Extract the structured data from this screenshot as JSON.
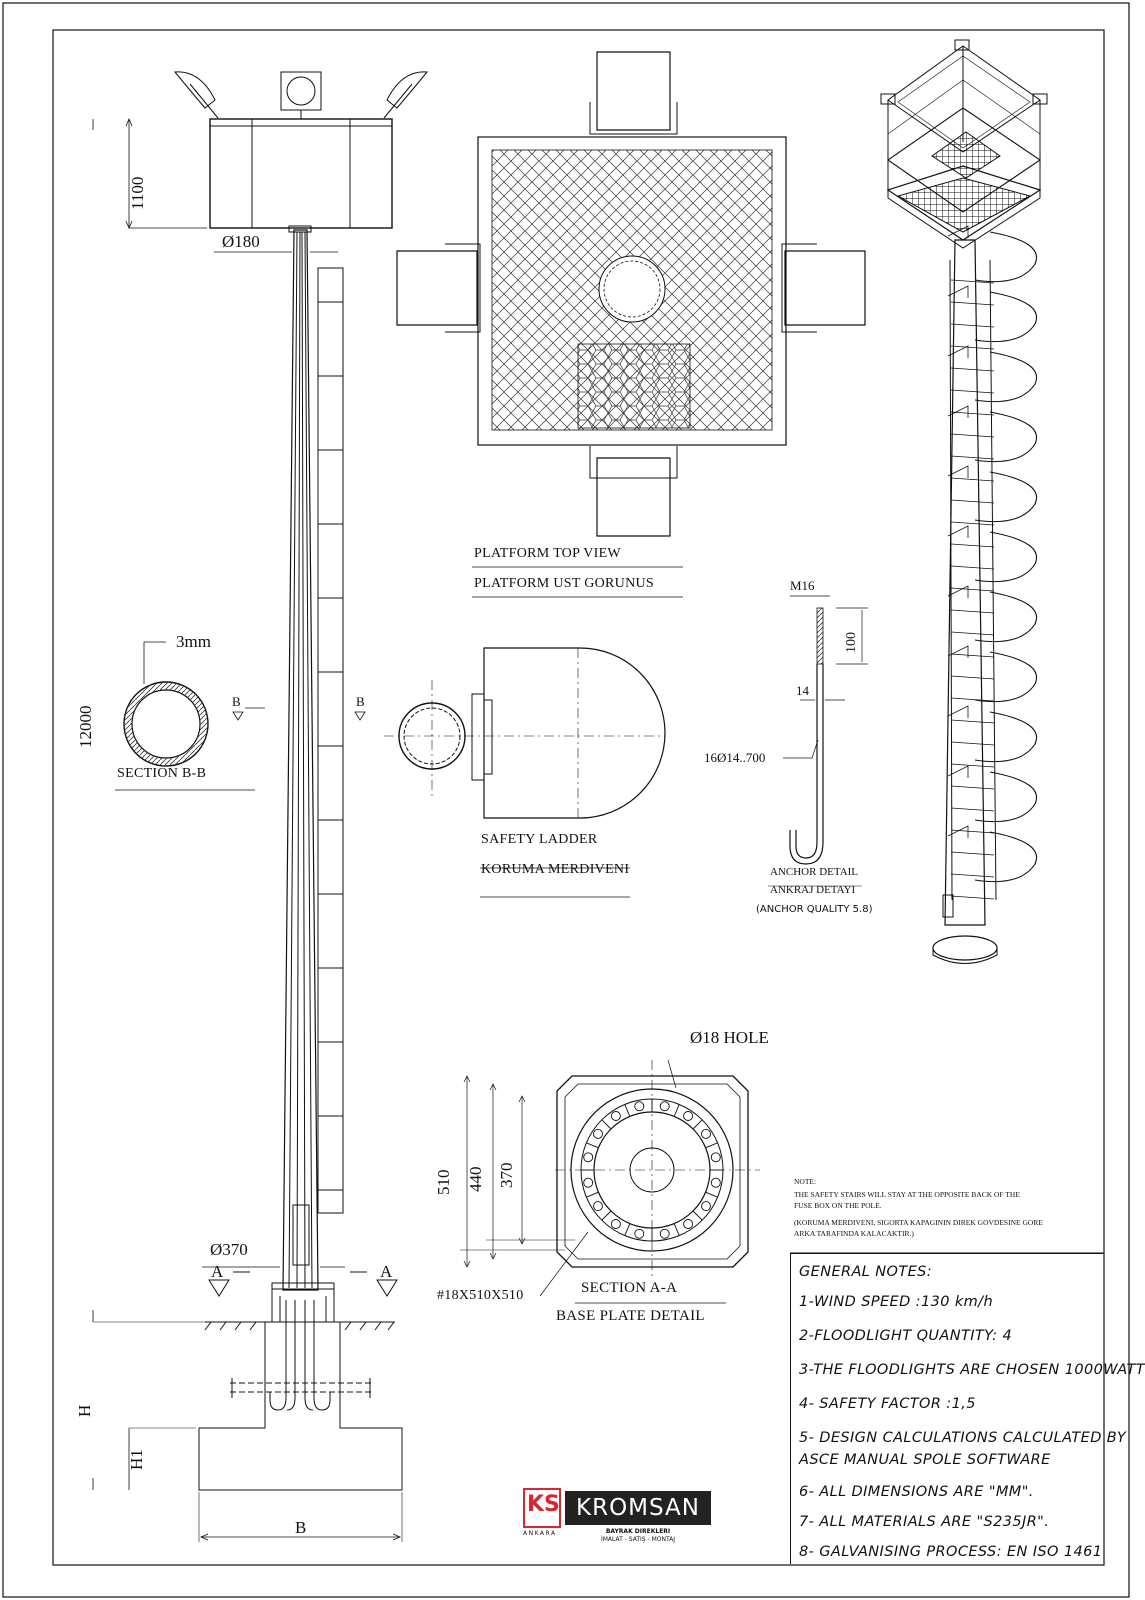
{
  "labels": {
    "dim_1100": "1100",
    "dim_d180": "Ø180",
    "dim_12000": "12000",
    "dim_3mm": "3mm",
    "section_b_mark": "B",
    "section_bb": "SECTION B-B",
    "dim_d370": "Ø370",
    "section_a_mark": "A",
    "dim_h": "H",
    "dim_h1": "H1",
    "dim_b": "B",
    "platform_top_view": "PLATFORM TOP VIEW",
    "platform_ust_gorunus": "PLATFORM UST GORUNUS",
    "safety_ladder": "SAFETY LADDER",
    "koruma_merdiveni": "KORUMA MERDIVENI",
    "m16": "M16",
    "dim_100": "100",
    "dim_14": "14",
    "anchor_spec": "16Ø14..700",
    "anchor_detail": "ANCHOR DETAIL",
    "ankraj_detayi": "ANKRAJ DETAYI",
    "anchor_quality": "(ANCHOR QUALITY 5.8)",
    "hole": "Ø18 HOLE",
    "dim_510": "510",
    "dim_440": "440",
    "dim_370": "370",
    "plate_spec": "#18X510X510",
    "section_aa": "SECTION A-A",
    "base_plate_detail": "BASE PLATE DETAIL"
  },
  "note": {
    "title": "NOTE:",
    "line1": "THE SAFETY  STAIRS WILL STAY AT THE OPPOSITE BACK OF THE",
    "line2": "FUSE BOX ON THE POLE.",
    "line3": "(KORUMA MERDIVENI, SIGORTA KAPAGININ DIREK GOVDESINE GORE",
    "line4": "ARKA TARAFINDA KALACAKTIR.)"
  },
  "general_notes": {
    "title": "GENERAL NOTES:",
    "items": [
      "1-WIND SPEED :130 km/h",
      "2-FLOODLIGHT QUANTITY: 4",
      "3-THE FLOODLIGHTS ARE CHOSEN 1000WATT",
      "4- SAFETY FACTOR :1,5",
      "5- DESIGN CALCULATIONS CALCULATED BY",
      "ASCE MANUAL SPOLE SOFTWARE",
      "6- ALL DIMENSIONS ARE \"MM\".",
      "7- ALL MATERIALS ARE \"S235JR\".",
      "8- GALVANISING PROCESS: EN ISO 1461"
    ]
  },
  "logo": {
    "mark": "KS",
    "city": "ANKARA",
    "name": "KROMSAN",
    "sub1": "BAYRAK DIREKLERI",
    "sub2": "İMALAT - SATIŞ - MONTAJ",
    "mark_color": "#d9262c"
  }
}
